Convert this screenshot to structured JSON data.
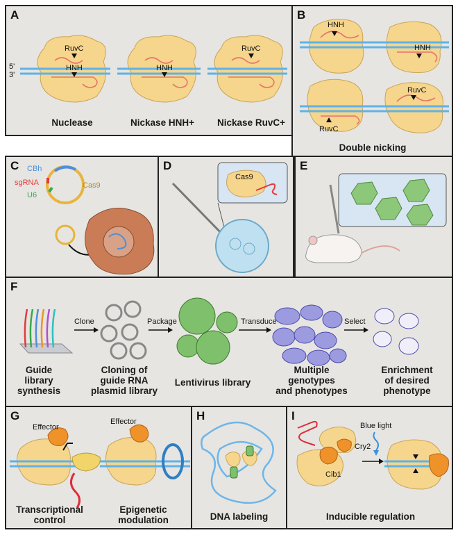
{
  "panels": {
    "a": {
      "label": "A",
      "captions": [
        "Nuclease",
        "Nickase HNH+",
        "Nickase RuvC+"
      ],
      "ruvc": "RuvC",
      "hnh": "HNH",
      "five": "5'",
      "three": "3'"
    },
    "b": {
      "label": "B",
      "caption": "Double nicking",
      "hnh": "HNH",
      "ruvc": "RuvC"
    },
    "c": {
      "label": "C",
      "cbh": "CBh",
      "sgrna": "sgRNA",
      "u6": "U6",
      "cas9": "Cas9"
    },
    "d": {
      "label": "D",
      "cas9": "Cas9"
    },
    "e": {
      "label": "E"
    },
    "f": {
      "label": "F",
      "steps": [
        "Clone",
        "Package",
        "Transduce",
        "Select"
      ],
      "captions": [
        "Guide\nlibrary\nsynthesis",
        "Cloning of\nguide RNA\nplasmid library",
        "Lentivirus library",
        "Multiple\ngenotypes\nand phenotypes",
        "Enrichment\nof desired\nphenotype"
      ]
    },
    "g": {
      "label": "G",
      "effector1": "Effector",
      "effector2": "Effector",
      "captions": [
        "Transcriptional\ncontrol",
        "Epigenetic\nmodulation"
      ]
    },
    "h": {
      "label": "H",
      "caption": "DNA labeling"
    },
    "i": {
      "label": "I",
      "blue_light": "Blue light",
      "cry2": "Cry2",
      "cib1": "Cib1",
      "caption": "Inducible regulation"
    }
  },
  "colors": {
    "panel_bg": "#e6e5e1",
    "cas9": "#f6d58c",
    "dna": "#5fb2e6",
    "rna": "#e8736b",
    "effector": "#f0922a",
    "cell": "#c97c55",
    "virus": "#7ec06b"
  }
}
